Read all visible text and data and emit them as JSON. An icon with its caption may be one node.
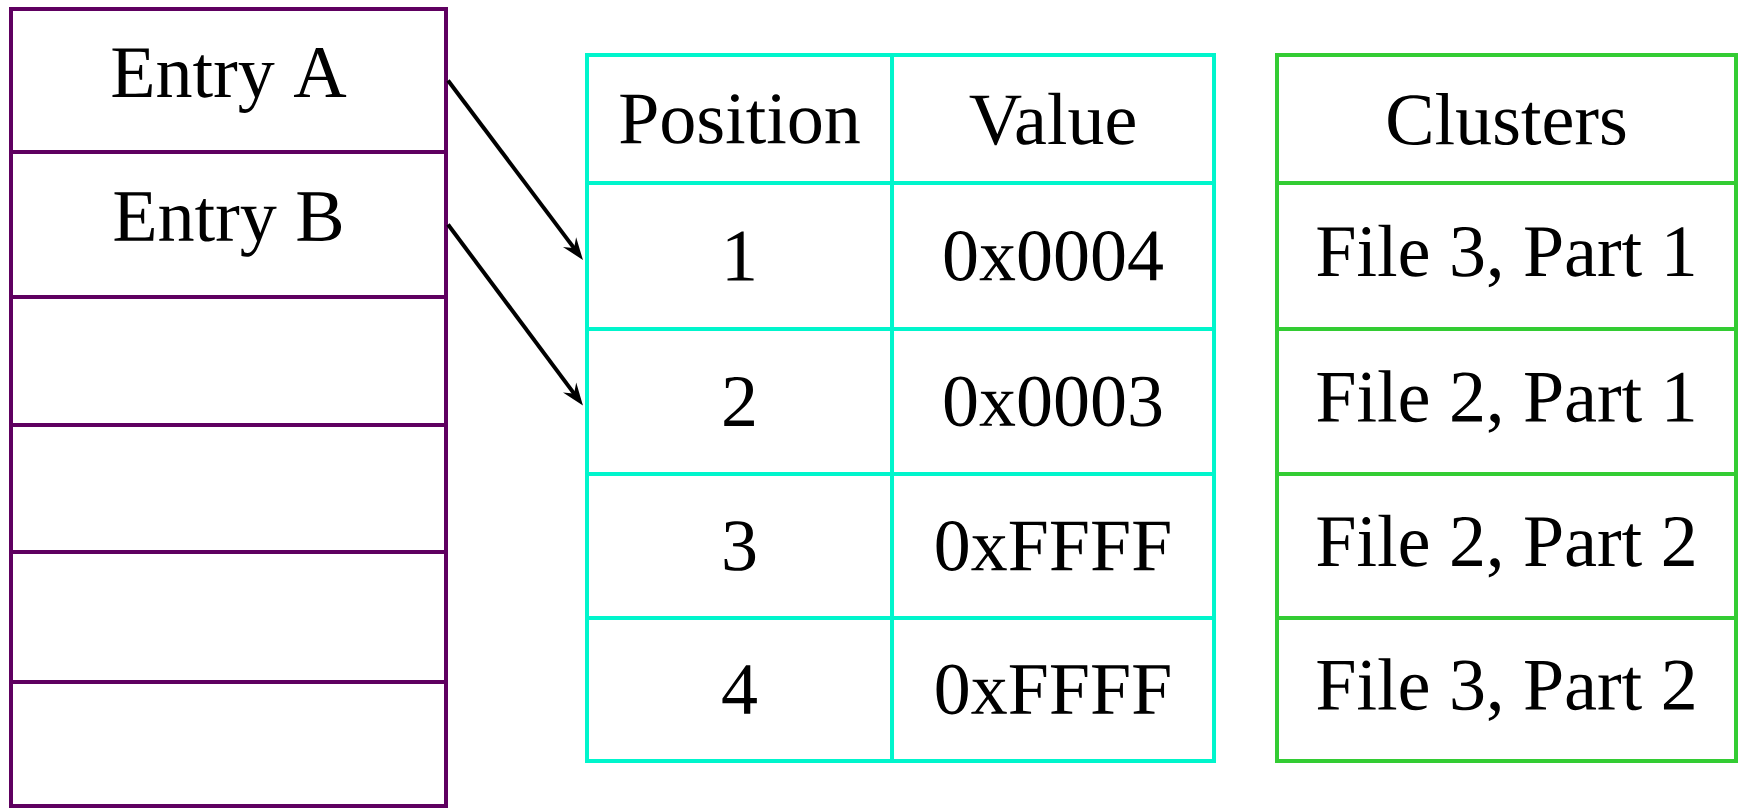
{
  "diagram": {
    "nodes": [
      {
        "text": [
          "Entry A"
        ]
      },
      {
        "text": [
          "Entry B"
        ]
      },
      {
        "text": [],
        "shape": "box"
      },
      {
        "text": [],
        "shape": "box"
      },
      {
        "text": [],
        "shape": "box"
      },
      {
        "text": [],
        "shape": "box"
      },
      {
        "text": [
          "Position"
        ]
      },
      {
        "text": [
          "Value"
        ]
      },
      {
        "text": [
          "1"
        ]
      },
      {
        "text": [
          "0x0004"
        ]
      },
      {
        "text": [
          "2"
        ]
      },
      {
        "text": [
          "0x0003"
        ]
      },
      {
        "text": [
          "3"
        ]
      },
      {
        "text": [
          "0xFFFF"
        ]
      },
      {
        "text": [
          "4"
        ]
      },
      {
        "text": [
          "0xFFFF"
        ]
      },
      {
        "text": [
          "Clusters"
        ]
      },
      {
        "text": [
          "File 3, Part 1"
        ]
      },
      {
        "text": [
          "File 2, Part 1"
        ]
      },
      {
        "text": [
          "File 2, Part 2"
        ]
      },
      {
        "text": [
          "File 3, Part 2"
        ]
      }
    ],
    "edges": [
      {
        "from": 0,
        "to": 8,
        "arrow": "to"
      },
      {
        "from": 1,
        "to": 10,
        "arrow": "to"
      }
    ]
  }
}
